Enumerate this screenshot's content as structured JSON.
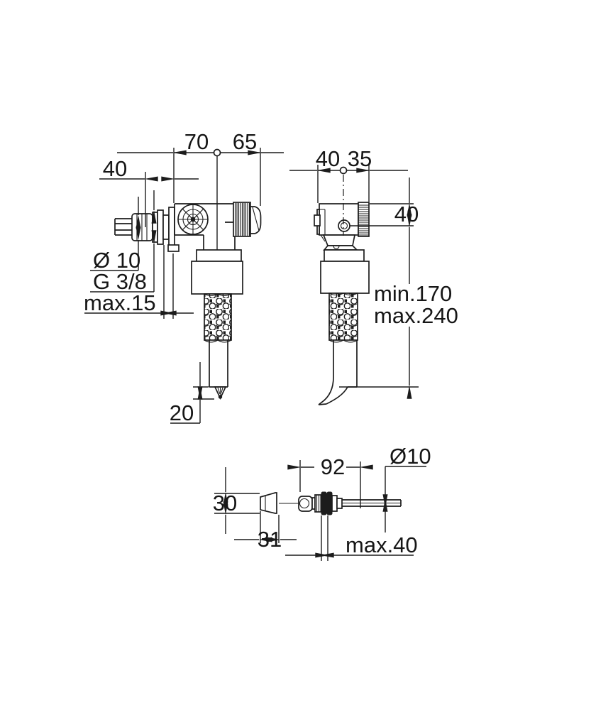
{
  "drawing": {
    "title": "filling-valve-dimensional-drawing",
    "background": "#ffffff",
    "line_color": "#1c1c1c",
    "side_view": {
      "dim_70": "70",
      "dim_65": "65",
      "dim_40": "40",
      "diameter_label": "Ø 10",
      "thread_label": "G 3/8",
      "wall_label": "max.15",
      "tip_dim": "20"
    },
    "front_view": {
      "dim_40": "40",
      "dim_35": "35",
      "height_dim": "40",
      "min_label": "min.170",
      "max_label": "max.240"
    },
    "detail_view": {
      "length_dim": "92",
      "diameter_label": "Ø10",
      "height_dim": "30",
      "width_dim": "31",
      "depth_label": "max.40"
    }
  }
}
